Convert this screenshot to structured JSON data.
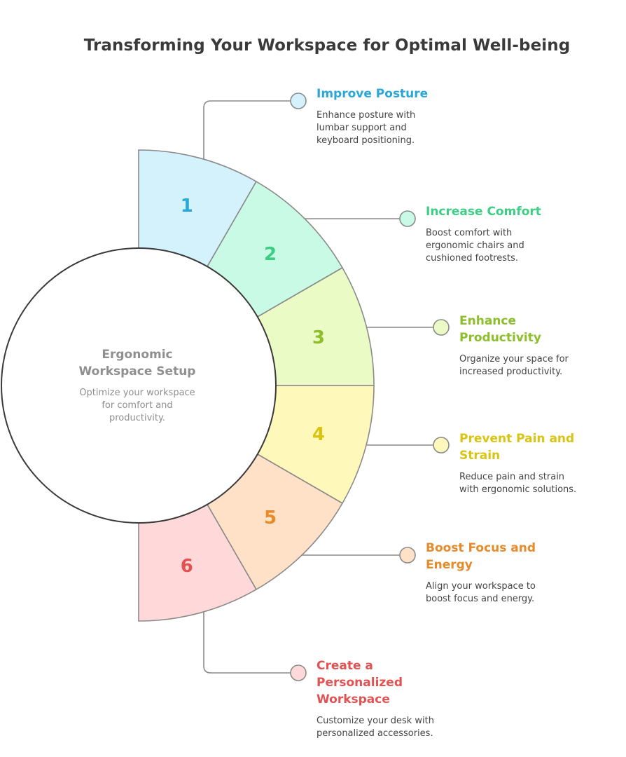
{
  "title": "Transforming Your Workspace for Optimal Well-being",
  "center": {
    "title": "Ergonomic\nWorkspace Setup",
    "description": "Optimize your workspace\nfor comfort and\nproductivity."
  },
  "steps": [
    {
      "number": "1",
      "title": "Improve Posture",
      "description": "Enhance posture with\nlumbar support and\nkeyboard positioning.",
      "color": "#29a8d8",
      "fill": "#d3f2fc"
    },
    {
      "number": "2",
      "title": "Increase Comfort",
      "description": "Boost comfort with\nergonomic chairs and\ncushioned footrests.",
      "color": "#3ccf84",
      "fill": "#c9fae5"
    },
    {
      "number": "3",
      "title": "Enhance\nProductivity",
      "description": "Organize your space for\nincreased productivity.",
      "color": "#8cbf2a",
      "fill": "#ebfbc5"
    },
    {
      "number": "4",
      "title": "Prevent Pain and\nStrain",
      "description": "Reduce pain and strain\nwith ergonomic solutions.",
      "color": "#d9c412",
      "fill": "#fef8bb"
    },
    {
      "number": "5",
      "title": "Boost Focus and\nEnergy",
      "description": "Align your workspace to\nboost focus and energy.",
      "color": "#e58b2a",
      "fill": "#ffe1c7"
    },
    {
      "number": "6",
      "title": "Create a\nPersonalized\nWorkspace",
      "description": "Customize your desk with\npersonalized accessories.",
      "color": "#e25252",
      "fill": "#ffd9d9"
    }
  ]
}
